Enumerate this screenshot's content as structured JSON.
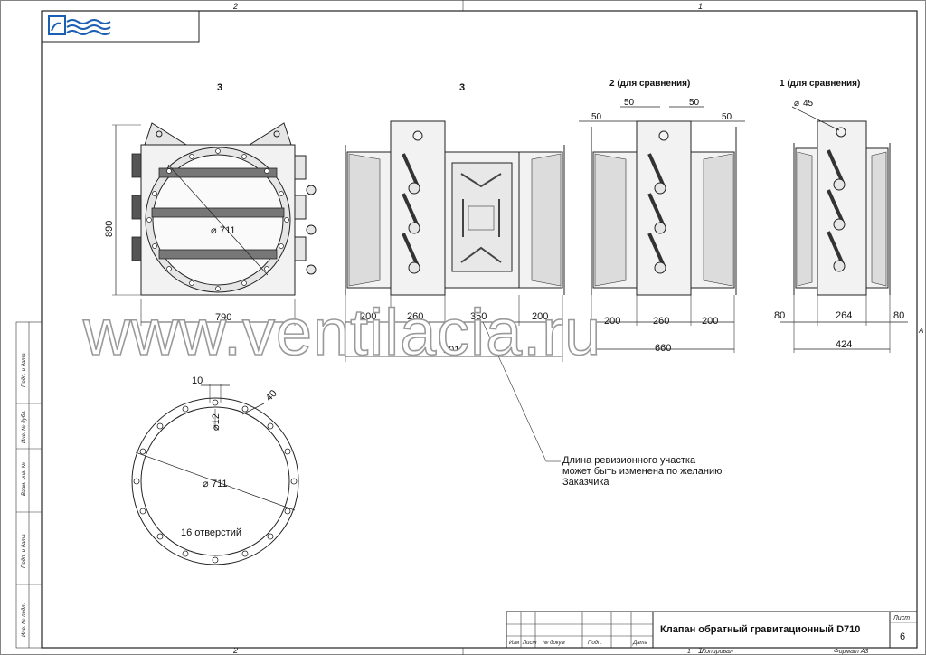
{
  "sheet": {
    "zone_top_left": "2",
    "zone_top_right": "1",
    "zone_bottom_left": "2",
    "zone_bottom_right": "1",
    "side_letter": "A"
  },
  "side_stamp": [
    "Подп. и дата",
    "Инв. № дубл.",
    "Взам. инв. №",
    "Подп. и дата",
    "Инв. № подл."
  ],
  "views": {
    "view1_label": "3",
    "view2_label": "3",
    "view3_label": "2 (для сравнения)",
    "view4_label": "1 (для сравнения)"
  },
  "dims": {
    "height_890": "890",
    "width_790": "790",
    "dia_711_front": "711",
    "d200a": "200",
    "d260a": "260",
    "d350": "350",
    "d200b": "200",
    "d1010": "1010",
    "d50_a": "50",
    "d50_b": "50",
    "d50_c": "50",
    "d50_d": "50",
    "d200c": "200",
    "d260b": "260",
    "d200d": "200",
    "d660": "660",
    "dia_45": "45",
    "d80a": "80",
    "d264": "264",
    "d80b": "80",
    "d424": "424",
    "flange_10": "10",
    "flange_12": "12",
    "flange_40": "40",
    "flange_711": "711",
    "holes": "16 отверстий"
  },
  "note": {
    "line1": "Длина ревизионного участка",
    "line2": "может быть изменена по желанию",
    "line3": "Заказчика"
  },
  "watermark": "www.ventilacia.ru",
  "title_block": {
    "title": "Клапан обратный гравитационный D710",
    "sheet_label": "Лист",
    "sheet_no": "6",
    "cols": [
      "Изм",
      "Лист",
      "№ докум",
      "Подп.",
      "Дата"
    ],
    "copied": "Копировал",
    "format": "Формат А3",
    "bottom_no": "1"
  }
}
